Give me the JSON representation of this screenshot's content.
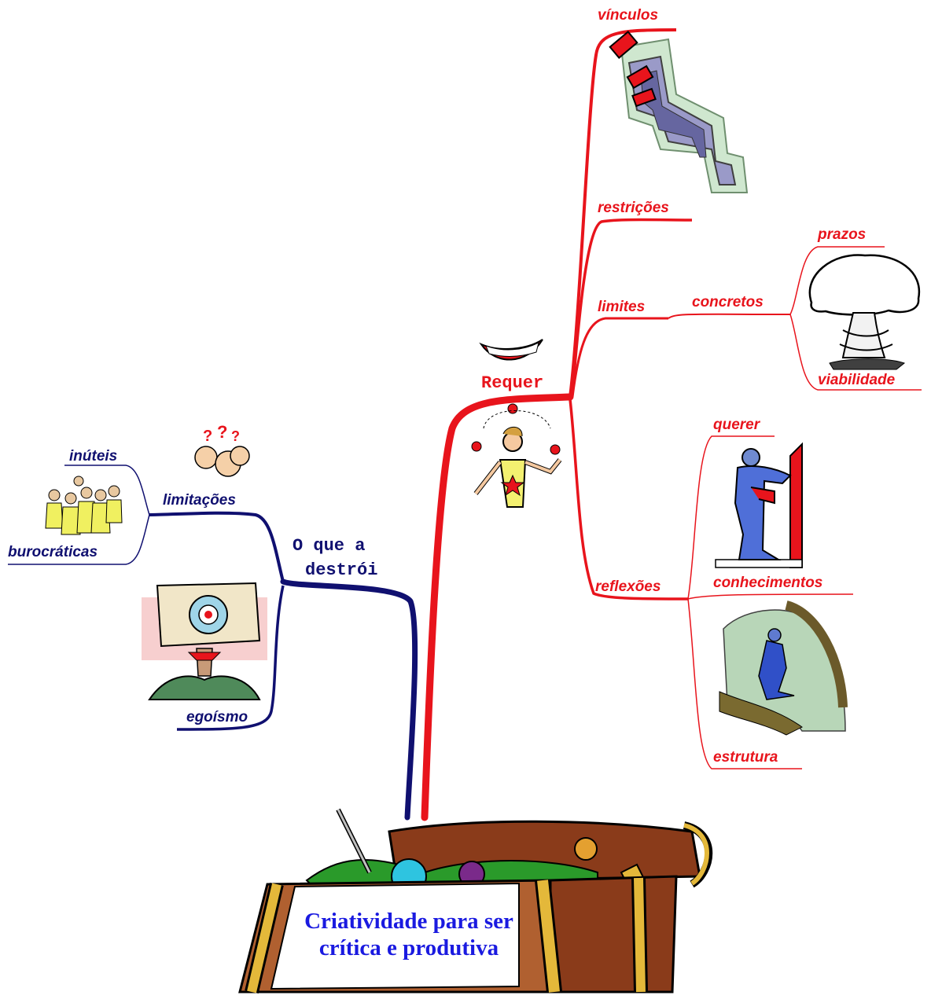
{
  "center_topic": {
    "line1": "Criatividade para ser",
    "line2": "crítica e produtiva"
  },
  "requer": {
    "label": "Requer",
    "children": {
      "vinculos": "vínculos",
      "restricoes": "restrições",
      "limites": {
        "label": "limites",
        "concretos": {
          "label": "concretos",
          "prazos": "prazos",
          "viabilidade": "viabilidade"
        }
      },
      "reflexoes": {
        "label": "reflexões",
        "querer": "querer",
        "conhecimentos": "conhecimentos",
        "estrutura": "estrutura"
      }
    }
  },
  "destroi": {
    "line1": "O que a",
    "line2": "destrói",
    "limitacoes": {
      "label": "limitações",
      "inuteis": "inúteis",
      "burocraticas": "burocráticas"
    },
    "egoismo": "egoísmo"
  },
  "colors": {
    "requer_branch": "#e8141c",
    "destroi_branch": "#101070",
    "center_text": "#1a1ae0"
  },
  "icons": [
    "treasure-chest-icon",
    "smile-mouth-icon",
    "juggler-icon",
    "climbing-books-icon",
    "mushroom-cloud-icon",
    "pushing-man-icon",
    "climbing-man-icon",
    "confused-heads-icon",
    "crowd-icon",
    "target-head-icon"
  ]
}
